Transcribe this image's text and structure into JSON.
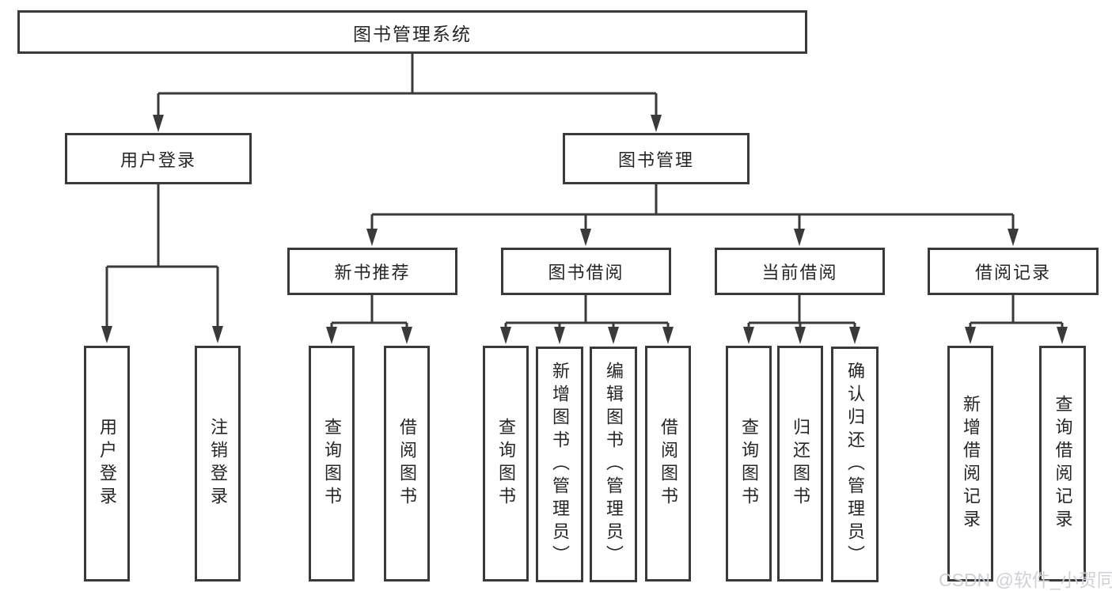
{
  "diagram": {
    "title_node": "图书管理系统",
    "level2": {
      "user_login": "用户登录",
      "book_management": "图书管理"
    },
    "level3": {
      "new_book_recommend": "新书推荐",
      "book_borrow": "图书借阅",
      "current_borrow": "当前借阅",
      "borrow_records": "借阅记录"
    },
    "leaves": {
      "user_login": [
        "用户登录",
        "注销登录"
      ],
      "new_book_recommend": [
        "查询图书",
        "借阅图书"
      ],
      "book_borrow": [
        "查询图书",
        "新增图书（管理员）",
        "编辑图书（管理员）",
        "借阅图书"
      ],
      "current_borrow": [
        "查询图书",
        "归还图书",
        "确认归还（管理员）"
      ],
      "borrow_records": [
        "新增借阅记录",
        "查询借阅记录"
      ]
    }
  },
  "watermark": {
    "text": "CSDN @软件_小贺同学"
  },
  "colors": {
    "line": "#3a3a3a",
    "text": "#262626",
    "background": "#ffffff",
    "watermark": "#cccfd3"
  }
}
